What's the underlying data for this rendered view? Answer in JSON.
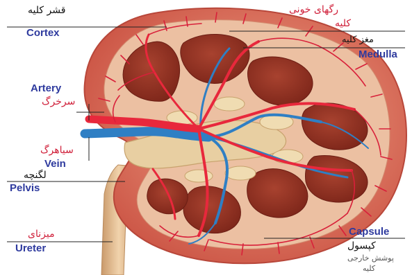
{
  "labels": {
    "cortex_fa": "قشر كليه",
    "cortex_en": "Cortex",
    "blood_vessels_fa_line1": "رگهای خونی",
    "blood_vessels_fa_line2": "كليه",
    "medulla_fa": "مغز كليه",
    "medulla_en": "Medulla",
    "artery_en": "Artery",
    "artery_fa": "سرخرگ",
    "vein_fa": "سیاهرگ",
    "vein_en": "Vein",
    "pelvis_fa": "لگنچه",
    "pelvis_en": "Pelvis",
    "ureter_fa": "میزنای",
    "ureter_en": "Ureter",
    "capsule_en": "Capsule",
    "capsule_fa": "كپسول",
    "capsule_desc_fa_line1": "پوشش خارجی",
    "capsule_desc_fa_line2": "كليه"
  },
  "colors": {
    "capsule": "#d9675a",
    "cortex": "#e9b89a",
    "medulla": "#8a2f22",
    "artery": "#e8283c",
    "vein": "#2f7fc4",
    "pelvis": "#e3c79b",
    "ureter": "#e8c49a",
    "english_label": "#2e3a9e",
    "persian_red_label": "#d0203a"
  }
}
